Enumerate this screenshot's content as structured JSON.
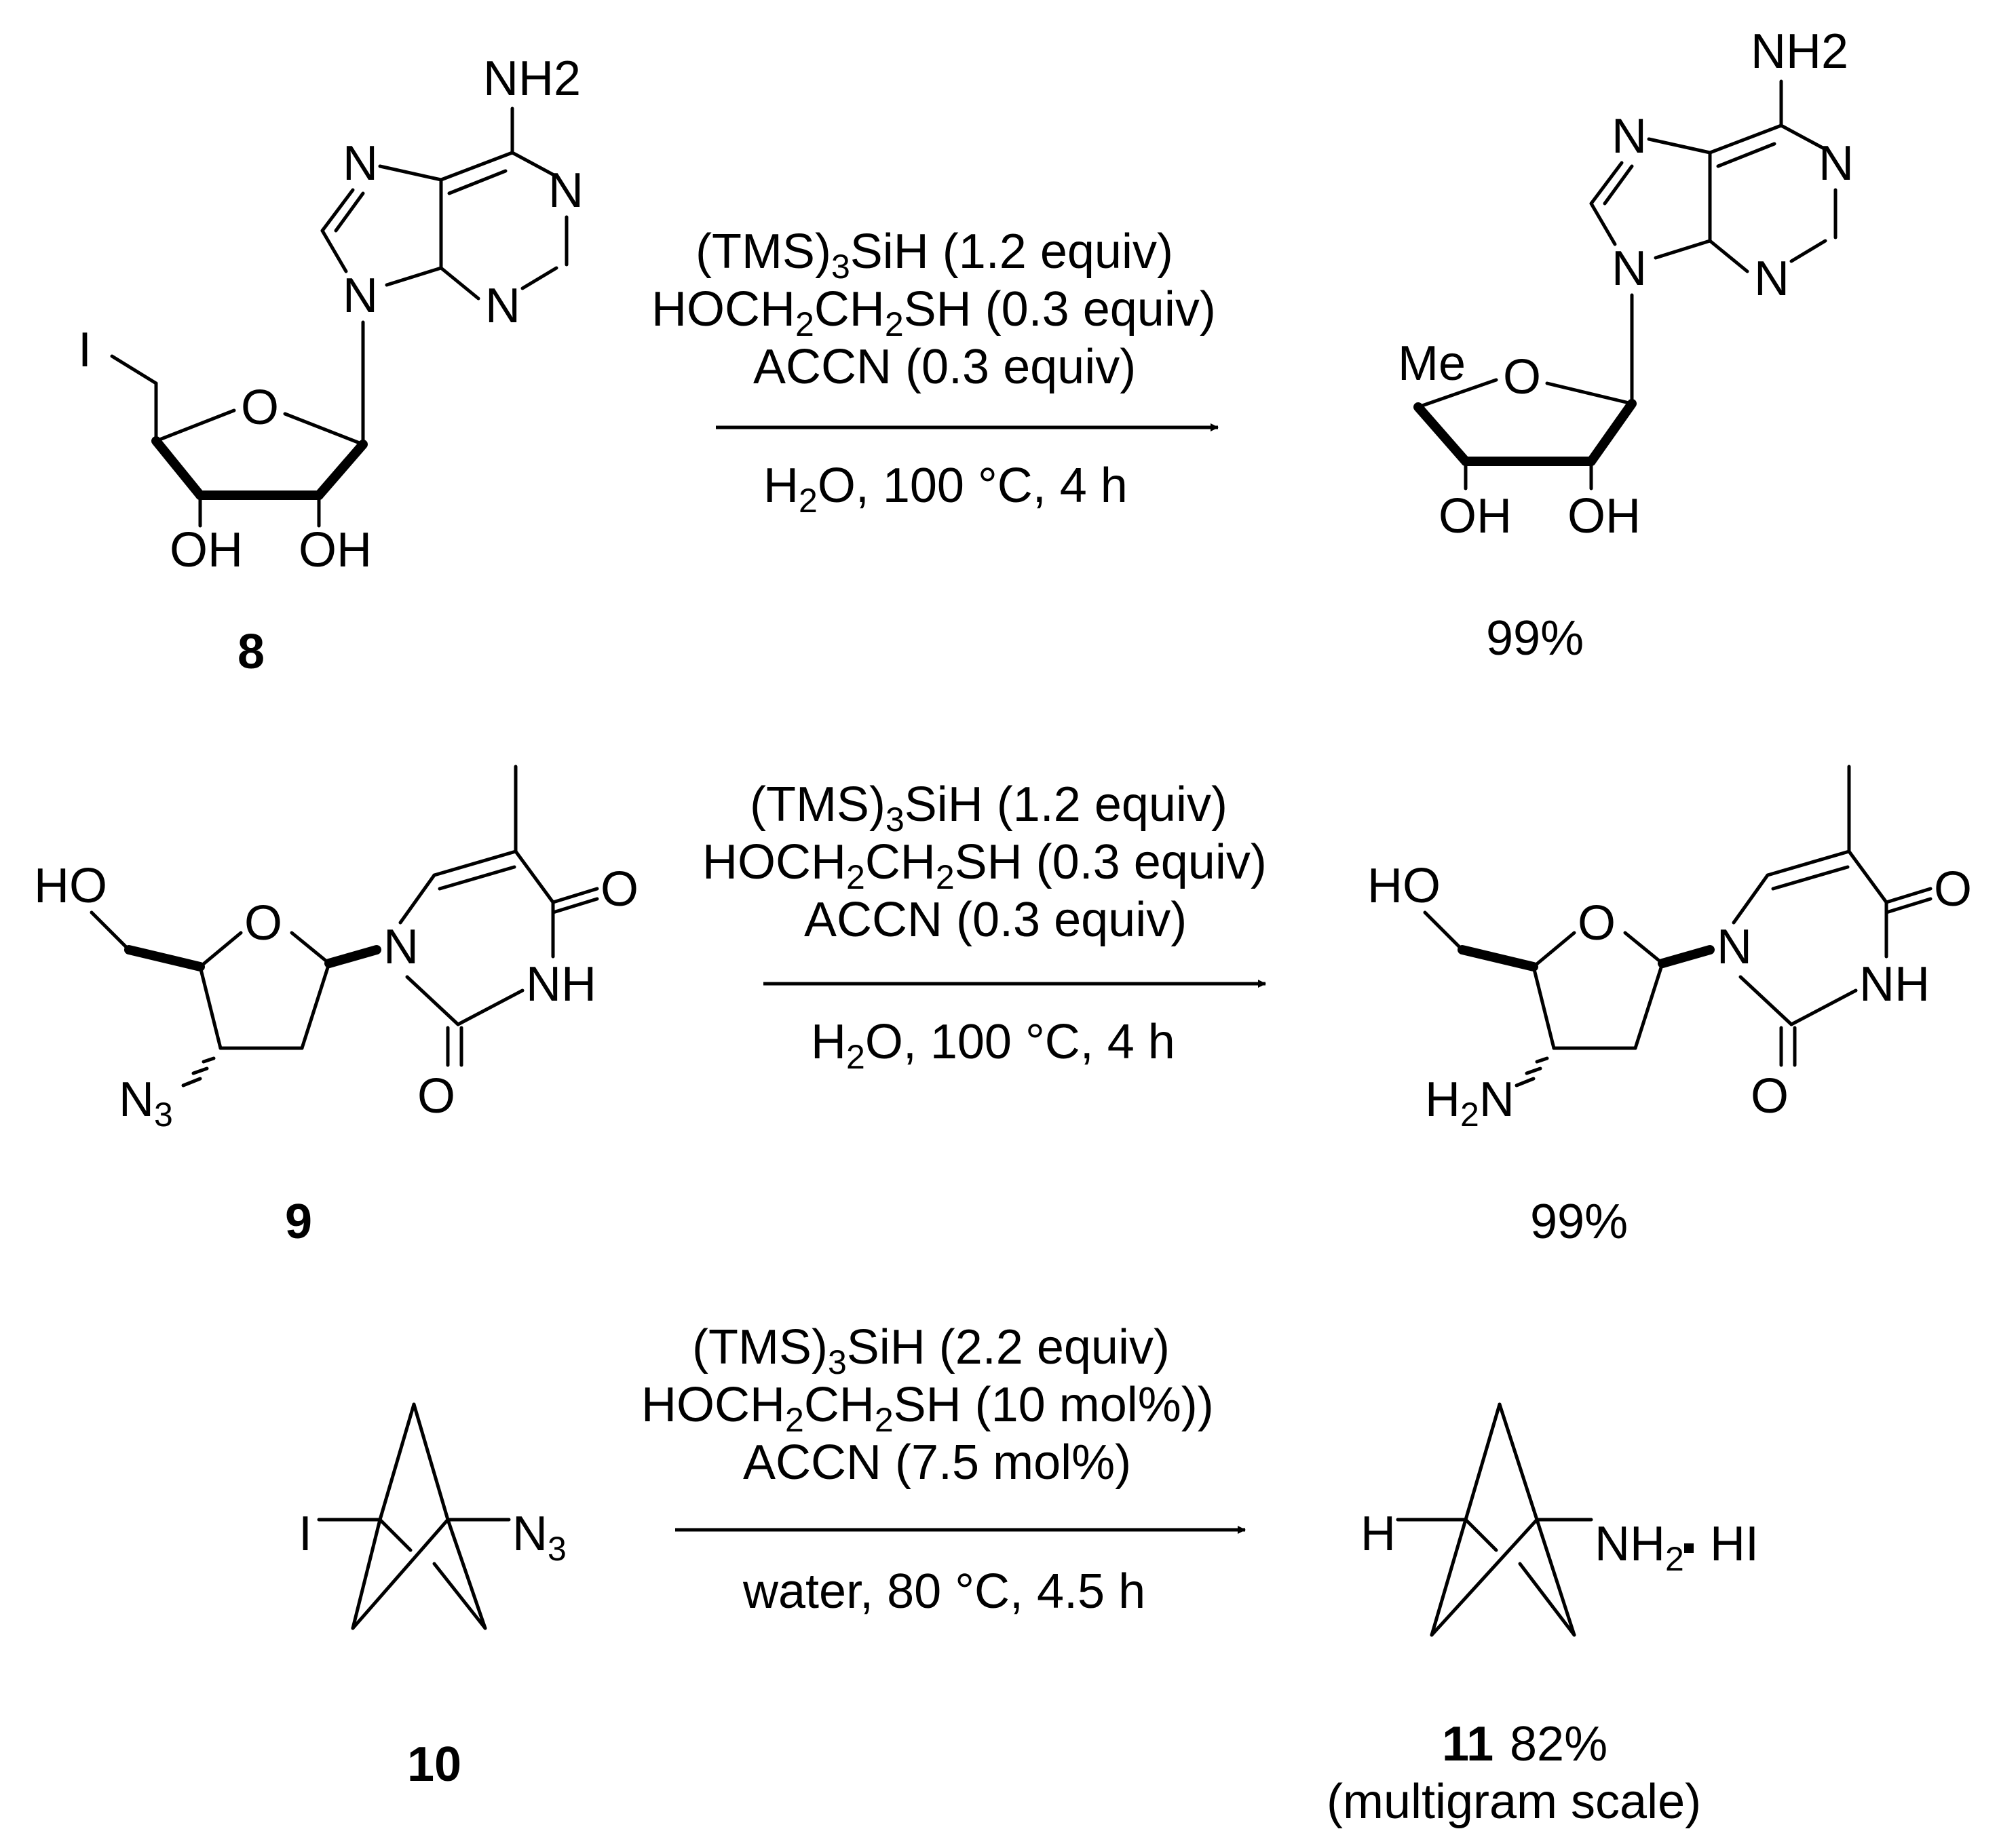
{
  "reactions": [
    {
      "conditions": [
        "(TMS)3SiH (1.2 equiv)",
        "HOCH2CH2SH (0.3 equiv)",
        "ACCN (0.3 equiv)"
      ],
      "below": "H2O, 100 °C, 4 h",
      "substrate_label": "8",
      "yield": "99%"
    },
    {
      "conditions": [
        "(TMS)3SiH (1.2 equiv)",
        "HOCH2CH2SH (0.3 equiv)",
        "ACCN (0.3 equiv)"
      ],
      "below": "H2O, 100 °C, 4 h",
      "substrate_label": "9",
      "yield": "99%"
    },
    {
      "conditions": [
        "(TMS)3SiH (2.2 equiv)",
        "HOCH2CH2SH (10 mol%))",
        "ACCN (7.5 mol%)"
      ],
      "below": "water, 80 °C, 4.5 h",
      "substrate_label": "10",
      "product_label": "11",
      "yield": "82%",
      "note": "(multigram scale)"
    }
  ],
  "atoms": {
    "nh2": "NH2",
    "n": "N",
    "o": "O",
    "oh": "OH",
    "ho": "HO",
    "nh": "NH",
    "iodo": "I",
    "me": "Me",
    "n3": "N3",
    "h2n": "H2N",
    "h": "H",
    "salt": "NH2 · HI"
  }
}
